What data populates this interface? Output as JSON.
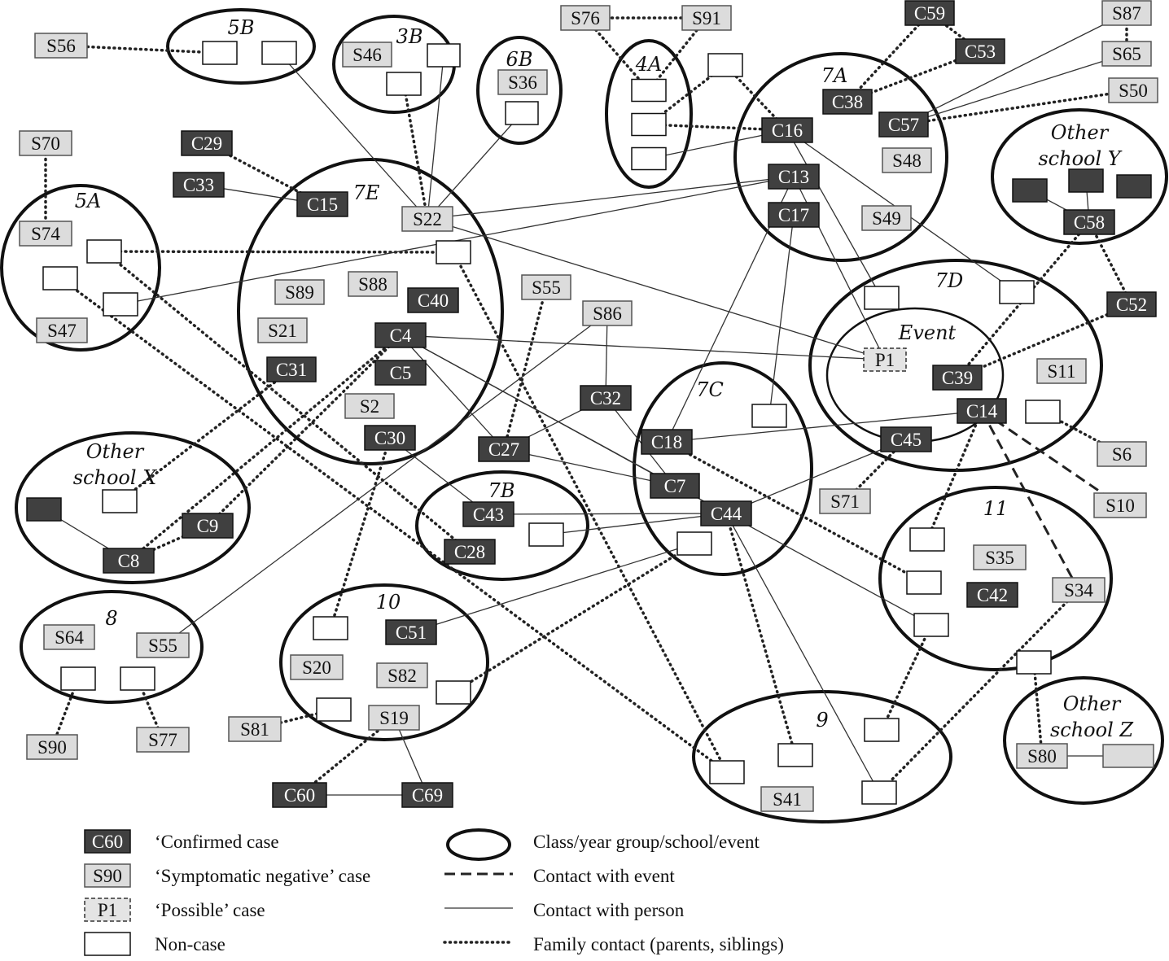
{
  "groups": [
    {
      "id": "5B",
      "label": "5B"
    },
    {
      "id": "3B",
      "label": "3B"
    },
    {
      "id": "6B",
      "label": "6B"
    },
    {
      "id": "4A",
      "label": "4A"
    },
    {
      "id": "7A",
      "label": "7A"
    },
    {
      "id": "OY",
      "label": [
        "Other",
        "school Y"
      ]
    },
    {
      "id": "5A",
      "label": "5A"
    },
    {
      "id": "7E",
      "label": "7E"
    },
    {
      "id": "7D",
      "label": "7D"
    },
    {
      "id": "EV",
      "label": "Event"
    },
    {
      "id": "7C",
      "label": "7C"
    },
    {
      "id": "OX",
      "label": [
        "Other",
        "school X"
      ]
    },
    {
      "id": "7B",
      "label": "7B"
    },
    {
      "id": "11",
      "label": "11"
    },
    {
      "id": "8",
      "label": "8"
    },
    {
      "id": "10",
      "label": "10"
    },
    {
      "id": "9",
      "label": "9"
    },
    {
      "id": "OZ",
      "label": [
        "Other",
        "school Z"
      ]
    }
  ],
  "nodes": [
    {
      "id": "S56",
      "type": "symptomatic_negative",
      "label": "S56"
    },
    {
      "id": "n5B1",
      "type": "non_case",
      "label": ""
    },
    {
      "id": "n5B2",
      "type": "non_case",
      "label": ""
    },
    {
      "id": "S46",
      "type": "symptomatic_negative",
      "label": "S46"
    },
    {
      "id": "n3B1",
      "type": "non_case",
      "label": ""
    },
    {
      "id": "n3B2",
      "type": "non_case",
      "label": ""
    },
    {
      "id": "S36",
      "type": "symptomatic_negative",
      "label": "S36"
    },
    {
      "id": "n6B1",
      "type": "non_case",
      "label": ""
    },
    {
      "id": "S76",
      "type": "symptomatic_negative",
      "label": "S76"
    },
    {
      "id": "S91",
      "type": "symptomatic_negative",
      "label": "S91"
    },
    {
      "id": "n4A1",
      "type": "non_case",
      "label": ""
    },
    {
      "id": "n4A2",
      "type": "non_case",
      "label": ""
    },
    {
      "id": "n4A3",
      "type": "non_case",
      "label": ""
    },
    {
      "id": "n4Aout",
      "type": "non_case",
      "label": ""
    },
    {
      "id": "C59",
      "type": "confirmed",
      "label": "C59"
    },
    {
      "id": "C53",
      "type": "confirmed",
      "label": "C53"
    },
    {
      "id": "S87",
      "type": "symptomatic_negative",
      "label": "S87"
    },
    {
      "id": "S65",
      "type": "symptomatic_negative",
      "label": "S65"
    },
    {
      "id": "S50",
      "type": "symptomatic_negative",
      "label": "S50"
    },
    {
      "id": "C38",
      "type": "confirmed",
      "label": "C38"
    },
    {
      "id": "C57",
      "type": "confirmed",
      "label": "C57"
    },
    {
      "id": "C16",
      "type": "confirmed",
      "label": "C16"
    },
    {
      "id": "S48",
      "type": "symptomatic_negative",
      "label": "S48"
    },
    {
      "id": "C13",
      "type": "confirmed",
      "label": "C13"
    },
    {
      "id": "C17",
      "type": "confirmed",
      "label": "C17"
    },
    {
      "id": "S49",
      "type": "symptomatic_negative",
      "label": "S49"
    },
    {
      "id": "OY1",
      "type": "confirmed",
      "label": ""
    },
    {
      "id": "OY2",
      "type": "confirmed",
      "label": ""
    },
    {
      "id": "OY3",
      "type": "confirmed",
      "label": ""
    },
    {
      "id": "C58",
      "type": "confirmed",
      "label": "C58"
    },
    {
      "id": "C52",
      "type": "confirmed",
      "label": "C52"
    },
    {
      "id": "C29",
      "type": "confirmed",
      "label": "C29"
    },
    {
      "id": "C33",
      "type": "confirmed",
      "label": "C33"
    },
    {
      "id": "C15",
      "type": "confirmed",
      "label": "C15"
    },
    {
      "id": "S22",
      "type": "symptomatic_negative",
      "label": "S22"
    },
    {
      "id": "n7E1",
      "type": "non_case",
      "label": ""
    },
    {
      "id": "S89",
      "type": "symptomatic_negative",
      "label": "S89"
    },
    {
      "id": "S88",
      "type": "symptomatic_negative",
      "label": "S88"
    },
    {
      "id": "C40",
      "type": "confirmed",
      "label": "C40"
    },
    {
      "id": "S21",
      "type": "symptomatic_negative",
      "label": "S21"
    },
    {
      "id": "C4",
      "type": "confirmed",
      "label": "C4"
    },
    {
      "id": "C31",
      "type": "confirmed",
      "label": "C31"
    },
    {
      "id": "C5",
      "type": "confirmed",
      "label": "C5"
    },
    {
      "id": "S2",
      "type": "symptomatic_negative",
      "label": "S2"
    },
    {
      "id": "C30",
      "type": "confirmed",
      "label": "C30"
    },
    {
      "id": "S70",
      "type": "symptomatic_negative",
      "label": "S70"
    },
    {
      "id": "S74",
      "type": "symptomatic_negative",
      "label": "S74"
    },
    {
      "id": "n5A1",
      "type": "non_case",
      "label": ""
    },
    {
      "id": "n5A2",
      "type": "non_case",
      "label": ""
    },
    {
      "id": "n5A3",
      "type": "non_case",
      "label": ""
    },
    {
      "id": "S47",
      "type": "symptomatic_negative",
      "label": "S47"
    },
    {
      "id": "S55a",
      "type": "symptomatic_negative",
      "label": "S55"
    },
    {
      "id": "S86",
      "type": "symptomatic_negative",
      "label": "S86"
    },
    {
      "id": "C32",
      "type": "confirmed",
      "label": "C32"
    },
    {
      "id": "C27",
      "type": "confirmed",
      "label": "C27"
    },
    {
      "id": "n7D1",
      "type": "non_case",
      "label": ""
    },
    {
      "id": "n7D2",
      "type": "non_case",
      "label": ""
    },
    {
      "id": "P1",
      "type": "possible",
      "label": "P1"
    },
    {
      "id": "C39",
      "type": "confirmed",
      "label": "C39"
    },
    {
      "id": "S11",
      "type": "symptomatic_negative",
      "label": "S11"
    },
    {
      "id": "C14",
      "type": "confirmed",
      "label": "C14"
    },
    {
      "id": "n7D3",
      "type": "non_case",
      "label": ""
    },
    {
      "id": "C45",
      "type": "confirmed",
      "label": "C45"
    },
    {
      "id": "S6",
      "type": "symptomatic_negative",
      "label": "S6"
    },
    {
      "id": "S10",
      "type": "symptomatic_negative",
      "label": "S10"
    },
    {
      "id": "S71",
      "type": "symptomatic_negative",
      "label": "S71"
    },
    {
      "id": "n7C1",
      "type": "non_case",
      "label": ""
    },
    {
      "id": "C18",
      "type": "confirmed",
      "label": "C18"
    },
    {
      "id": "C7",
      "type": "confirmed",
      "label": "C7"
    },
    {
      "id": "C44",
      "type": "confirmed",
      "label": "C44"
    },
    {
      "id": "n7C2",
      "type": "non_case",
      "label": ""
    },
    {
      "id": "OX1",
      "type": "confirmed",
      "label": ""
    },
    {
      "id": "nOX",
      "type": "non_case",
      "label": ""
    },
    {
      "id": "C9",
      "type": "confirmed",
      "label": "C9"
    },
    {
      "id": "C8",
      "type": "confirmed",
      "label": "C8"
    },
    {
      "id": "C43",
      "type": "confirmed",
      "label": "C43"
    },
    {
      "id": "n7B1",
      "type": "non_case",
      "label": ""
    },
    {
      "id": "C28",
      "type": "confirmed",
      "label": "C28"
    },
    {
      "id": "n11a",
      "type": "non_case",
      "label": ""
    },
    {
      "id": "S35",
      "type": "symptomatic_negative",
      "label": "S35"
    },
    {
      "id": "n11b",
      "type": "non_case",
      "label": ""
    },
    {
      "id": "C42",
      "type": "confirmed",
      "label": "C42"
    },
    {
      "id": "S34",
      "type": "symptomatic_negative",
      "label": "S34"
    },
    {
      "id": "n11c",
      "type": "non_case",
      "label": ""
    },
    {
      "id": "n11d",
      "type": "non_case",
      "label": ""
    },
    {
      "id": "S64",
      "type": "symptomatic_negative",
      "label": "S64"
    },
    {
      "id": "S55b",
      "type": "symptomatic_negative",
      "label": "S55"
    },
    {
      "id": "n8a",
      "type": "non_case",
      "label": ""
    },
    {
      "id": "n8b",
      "type": "non_case",
      "label": ""
    },
    {
      "id": "S90",
      "type": "symptomatic_negative",
      "label": "S90"
    },
    {
      "id": "S77",
      "type": "symptomatic_negative",
      "label": "S77"
    },
    {
      "id": "n10a",
      "type": "non_case",
      "label": ""
    },
    {
      "id": "C51",
      "type": "confirmed",
      "label": "C51"
    },
    {
      "id": "S20",
      "type": "symptomatic_negative",
      "label": "S20"
    },
    {
      "id": "S82",
      "type": "symptomatic_negative",
      "label": "S82"
    },
    {
      "id": "n10b",
      "type": "non_case",
      "label": ""
    },
    {
      "id": "n10c",
      "type": "non_case",
      "label": ""
    },
    {
      "id": "S81",
      "type": "symptomatic_negative",
      "label": "S81"
    },
    {
      "id": "S19",
      "type": "symptomatic_negative",
      "label": "S19"
    },
    {
      "id": "C60",
      "type": "confirmed",
      "label": "C60"
    },
    {
      "id": "C69",
      "type": "confirmed",
      "label": "C69"
    },
    {
      "id": "n9a",
      "type": "non_case",
      "label": ""
    },
    {
      "id": "n9b",
      "type": "non_case",
      "label": ""
    },
    {
      "id": "n9c",
      "type": "non_case",
      "label": ""
    },
    {
      "id": "n9d",
      "type": "non_case",
      "label": ""
    },
    {
      "id": "S41",
      "type": "symptomatic_negative",
      "label": "S41"
    },
    {
      "id": "S80",
      "type": "symptomatic_negative",
      "label": "S80"
    },
    {
      "id": "OZ1",
      "type": "symptomatic_negative",
      "label": ""
    }
  ],
  "edges": [
    {
      "from": "S56",
      "to": "n5B1",
      "type": "family"
    },
    {
      "from": "S76",
      "to": "S91",
      "type": "family"
    },
    {
      "from": "S76",
      "to": "n4A1",
      "type": "family"
    },
    {
      "from": "S91",
      "to": "n4A1",
      "type": "family"
    },
    {
      "from": "C59",
      "to": "C53",
      "type": "family"
    },
    {
      "from": "C59",
      "to": "C38",
      "type": "family"
    },
    {
      "from": "C53",
      "to": "C38",
      "type": "family"
    },
    {
      "from": "S87",
      "to": "S65",
      "type": "family"
    },
    {
      "from": "S50",
      "to": "C57",
      "type": "family"
    },
    {
      "from": "n4A2",
      "to": "n4Aout",
      "type": "family"
    },
    {
      "from": "n4A2",
      "to": "C16",
      "type": "family"
    },
    {
      "from": "n4Aout",
      "to": "C16",
      "type": "family"
    },
    {
      "from": "C29",
      "to": "C15",
      "type": "family"
    },
    {
      "from": "S70",
      "to": "S74",
      "type": "family"
    },
    {
      "from": "n3B1",
      "to": "S22",
      "type": "family"
    },
    {
      "from": "n5A1",
      "to": "n7E1",
      "type": "family"
    },
    {
      "from": "n7E1",
      "to": "n9a",
      "type": "family"
    },
    {
      "from": "n5A1",
      "to": "C28",
      "type": "family"
    },
    {
      "from": "n5A2",
      "to": "n9a",
      "type": "family"
    },
    {
      "from": "C31",
      "to": "nOX",
      "type": "family"
    },
    {
      "from": "C4",
      "to": "C8",
      "type": "family"
    },
    {
      "from": "C4",
      "to": "C9",
      "type": "family"
    },
    {
      "from": "S55a",
      "to": "C27",
      "type": "family"
    },
    {
      "from": "C30",
      "to": "n10a",
      "type": "family"
    },
    {
      "from": "C18",
      "to": "n11b",
      "type": "family"
    },
    {
      "from": "C44",
      "to": "n9b",
      "type": "family"
    },
    {
      "from": "C58",
      "to": "C39",
      "type": "family"
    },
    {
      "from": "C58",
      "to": "C52",
      "type": "family"
    },
    {
      "from": "C52",
      "to": "C39",
      "type": "family"
    },
    {
      "from": "S71",
      "to": "C45",
      "type": "family"
    },
    {
      "from": "n7D3",
      "to": "S6",
      "type": "family"
    },
    {
      "from": "C14",
      "to": "n11a",
      "type": "family"
    },
    {
      "from": "n11c",
      "to": "n9c",
      "type": "family"
    },
    {
      "from": "S34",
      "to": "n9d",
      "type": "family"
    },
    {
      "from": "n11d",
      "to": "S80",
      "type": "family"
    },
    {
      "from": "n10b",
      "to": "n7C2",
      "type": "family"
    },
    {
      "from": "S81",
      "to": "n10c",
      "type": "family"
    },
    {
      "from": "S19",
      "to": "C60",
      "type": "family"
    },
    {
      "from": "n8a",
      "to": "S90",
      "type": "family"
    },
    {
      "from": "n8b",
      "to": "S77",
      "type": "family"
    },
    {
      "from": "C9",
      "to": "C8",
      "type": "family"
    },
    {
      "from": "n5B2",
      "to": "S22",
      "type": "person"
    },
    {
      "from": "n3B2",
      "to": "S22",
      "type": "person"
    },
    {
      "from": "n6B1",
      "to": "S22",
      "type": "person"
    },
    {
      "from": "S87",
      "to": "C57",
      "type": "person"
    },
    {
      "from": "S65",
      "to": "C57",
      "type": "person"
    },
    {
      "from": "n4A3",
      "to": "C16",
      "type": "person"
    },
    {
      "from": "C16",
      "to": "n7D1",
      "type": "person"
    },
    {
      "from": "C16",
      "to": "n7D2",
      "type": "person"
    },
    {
      "from": "C13",
      "to": "P1",
      "type": "person"
    },
    {
      "from": "C13",
      "to": "C18",
      "type": "person"
    },
    {
      "from": "C17",
      "to": "n7C1",
      "type": "person"
    },
    {
      "from": "S22",
      "to": "C13",
      "type": "person"
    },
    {
      "from": "S22",
      "to": "P1",
      "type": "person"
    },
    {
      "from": "n5A3",
      "to": "C13",
      "type": "person"
    },
    {
      "from": "C33",
      "to": "C15",
      "type": "person"
    },
    {
      "from": "C4",
      "to": "P1",
      "type": "person"
    },
    {
      "from": "C4",
      "to": "C27",
      "type": "person"
    },
    {
      "from": "C4",
      "to": "C7",
      "type": "person"
    },
    {
      "from": "C4",
      "to": "C44",
      "type": "person"
    },
    {
      "from": "S86",
      "to": "C32",
      "type": "person"
    },
    {
      "from": "S86",
      "to": "S55b",
      "type": "person"
    },
    {
      "from": "C32",
      "to": "C27",
      "type": "person"
    },
    {
      "from": "C32",
      "to": "C7",
      "type": "person"
    },
    {
      "from": "C27",
      "to": "C7",
      "type": "person"
    },
    {
      "from": "C30",
      "to": "C43",
      "type": "person"
    },
    {
      "from": "C43",
      "to": "C44",
      "type": "person"
    },
    {
      "from": "n7B1",
      "to": "C44",
      "type": "person"
    },
    {
      "from": "C18",
      "to": "C14",
      "type": "person"
    },
    {
      "from": "C44",
      "to": "C45",
      "type": "person"
    },
    {
      "from": "C44",
      "to": "n11c",
      "type": "person"
    },
    {
      "from": "C44",
      "to": "n9d",
      "type": "person"
    },
    {
      "from": "C51",
      "to": "n7C2",
      "type": "person"
    },
    {
      "from": "S19",
      "to": "C69",
      "type": "person"
    },
    {
      "from": "C60",
      "to": "C69",
      "type": "person"
    },
    {
      "from": "OX1",
      "to": "C8",
      "type": "person"
    },
    {
      "from": "OY1",
      "to": "C58",
      "type": "person"
    },
    {
      "from": "OY2",
      "to": "C58",
      "type": "person"
    },
    {
      "from": "S80",
      "to": "OZ1",
      "type": "person"
    },
    {
      "from": "C14",
      "to": "S10",
      "type": "event"
    },
    {
      "from": "C14",
      "to": "S34",
      "type": "event"
    }
  ],
  "legend": [
    {
      "key": "confirmed",
      "sample": "C60",
      "label": "‘Confirmed case"
    },
    {
      "key": "symptomatic_negative",
      "sample": "S90",
      "label": "‘Symptomatic negative’ case"
    },
    {
      "key": "possible",
      "sample": "P1",
      "label": "‘Possible’ case"
    },
    {
      "key": "non_case",
      "sample": "",
      "label": "Non-case"
    },
    {
      "key": "group",
      "label": "Class/year group/school/event"
    },
    {
      "key": "event",
      "label": "Contact with event"
    },
    {
      "key": "person",
      "label": "Contact with person"
    },
    {
      "key": "family",
      "label": "Family contact (parents, siblings)"
    }
  ],
  "colors": {
    "confirmed_fill": "#404040",
    "confirmed_text": "#ffffff",
    "symptomatic_fill": "#dcdcdc",
    "symptomatic_text": "#111111",
    "possible_fill": "#e4e4e4",
    "non_case_fill": "#ffffff",
    "outline": "#111111"
  }
}
